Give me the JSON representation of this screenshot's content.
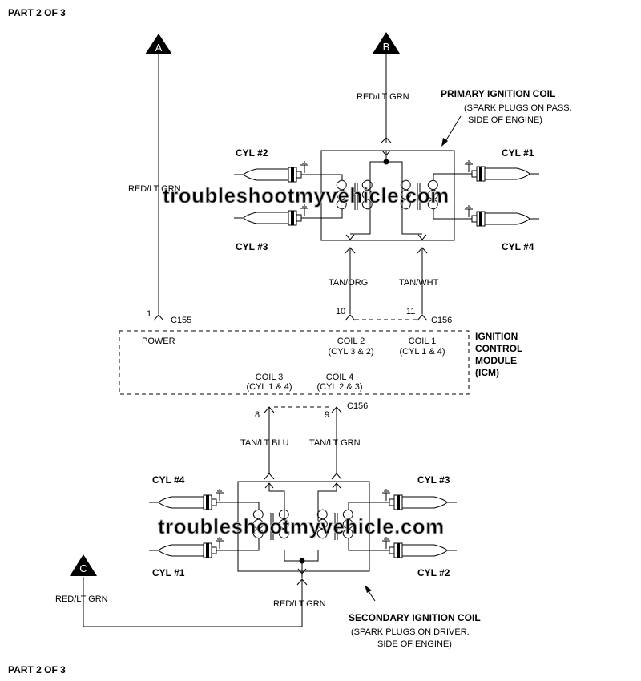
{
  "page_marker_top": "PART 2 OF 3",
  "page_marker_bottom": "PART 2 OF 3",
  "watermark": "troubleshootmyvehicle.com",
  "connectors": {
    "a": "A",
    "b": "B",
    "c": "C"
  },
  "wires": {
    "a_wire": "RED/LT GRN",
    "b_wire": "RED/LT GRN",
    "tan_org": "TAN/ORG",
    "tan_wht": "TAN/WHT",
    "tan_lt_blu": "TAN/LT BLU",
    "tan_lt_grn": "TAN/LT GRN",
    "c_wire": "RED/LT GRN",
    "secondary_feed": "RED/LT GRN"
  },
  "pins": {
    "c155_pin": "1",
    "c155": "C155",
    "pin10": "10",
    "pin11": "11",
    "c156_top": "C156",
    "pin8": "8",
    "pin9": "9",
    "c156_bottom": "C156"
  },
  "primary_coil": {
    "title": "PRIMARY IGNITION COIL",
    "note_line1": "(SPARK PLUGS ON PASS.",
    "note_line2": "SIDE OF ENGINE)",
    "cyl_top_left": "CYL #2",
    "cyl_bottom_left": "CYL #3",
    "cyl_top_right": "CYL #1",
    "cyl_bottom_right": "CYL #4"
  },
  "icm": {
    "title_line1": "IGNITION",
    "title_line2": "CONTROL",
    "title_line3": "MODULE",
    "title_line4": "(ICM)",
    "power": "POWER",
    "coil2": "COIL 2",
    "coil2_cyl": "(CYL 3 & 2)",
    "coil1": "COIL 1",
    "coil1_cyl": "(CYL 1 & 4)",
    "coil3": "COIL 3",
    "coil3_cyl": "(CYL 1 & 4)",
    "coil4": "COIL 4",
    "coil4_cyl": "(CYL 2 & 3)"
  },
  "secondary_coil": {
    "title": "SECONDARY IGNITION COIL",
    "note_line1": "(SPARK PLUGS ON DRIVER.",
    "note_line2": "SIDE OF ENGINE)",
    "cyl_top_left": "CYL #4",
    "cyl_bottom_left": "CYL #1",
    "cyl_top_right": "CYL #3",
    "cyl_bottom_right": "CYL #2"
  }
}
